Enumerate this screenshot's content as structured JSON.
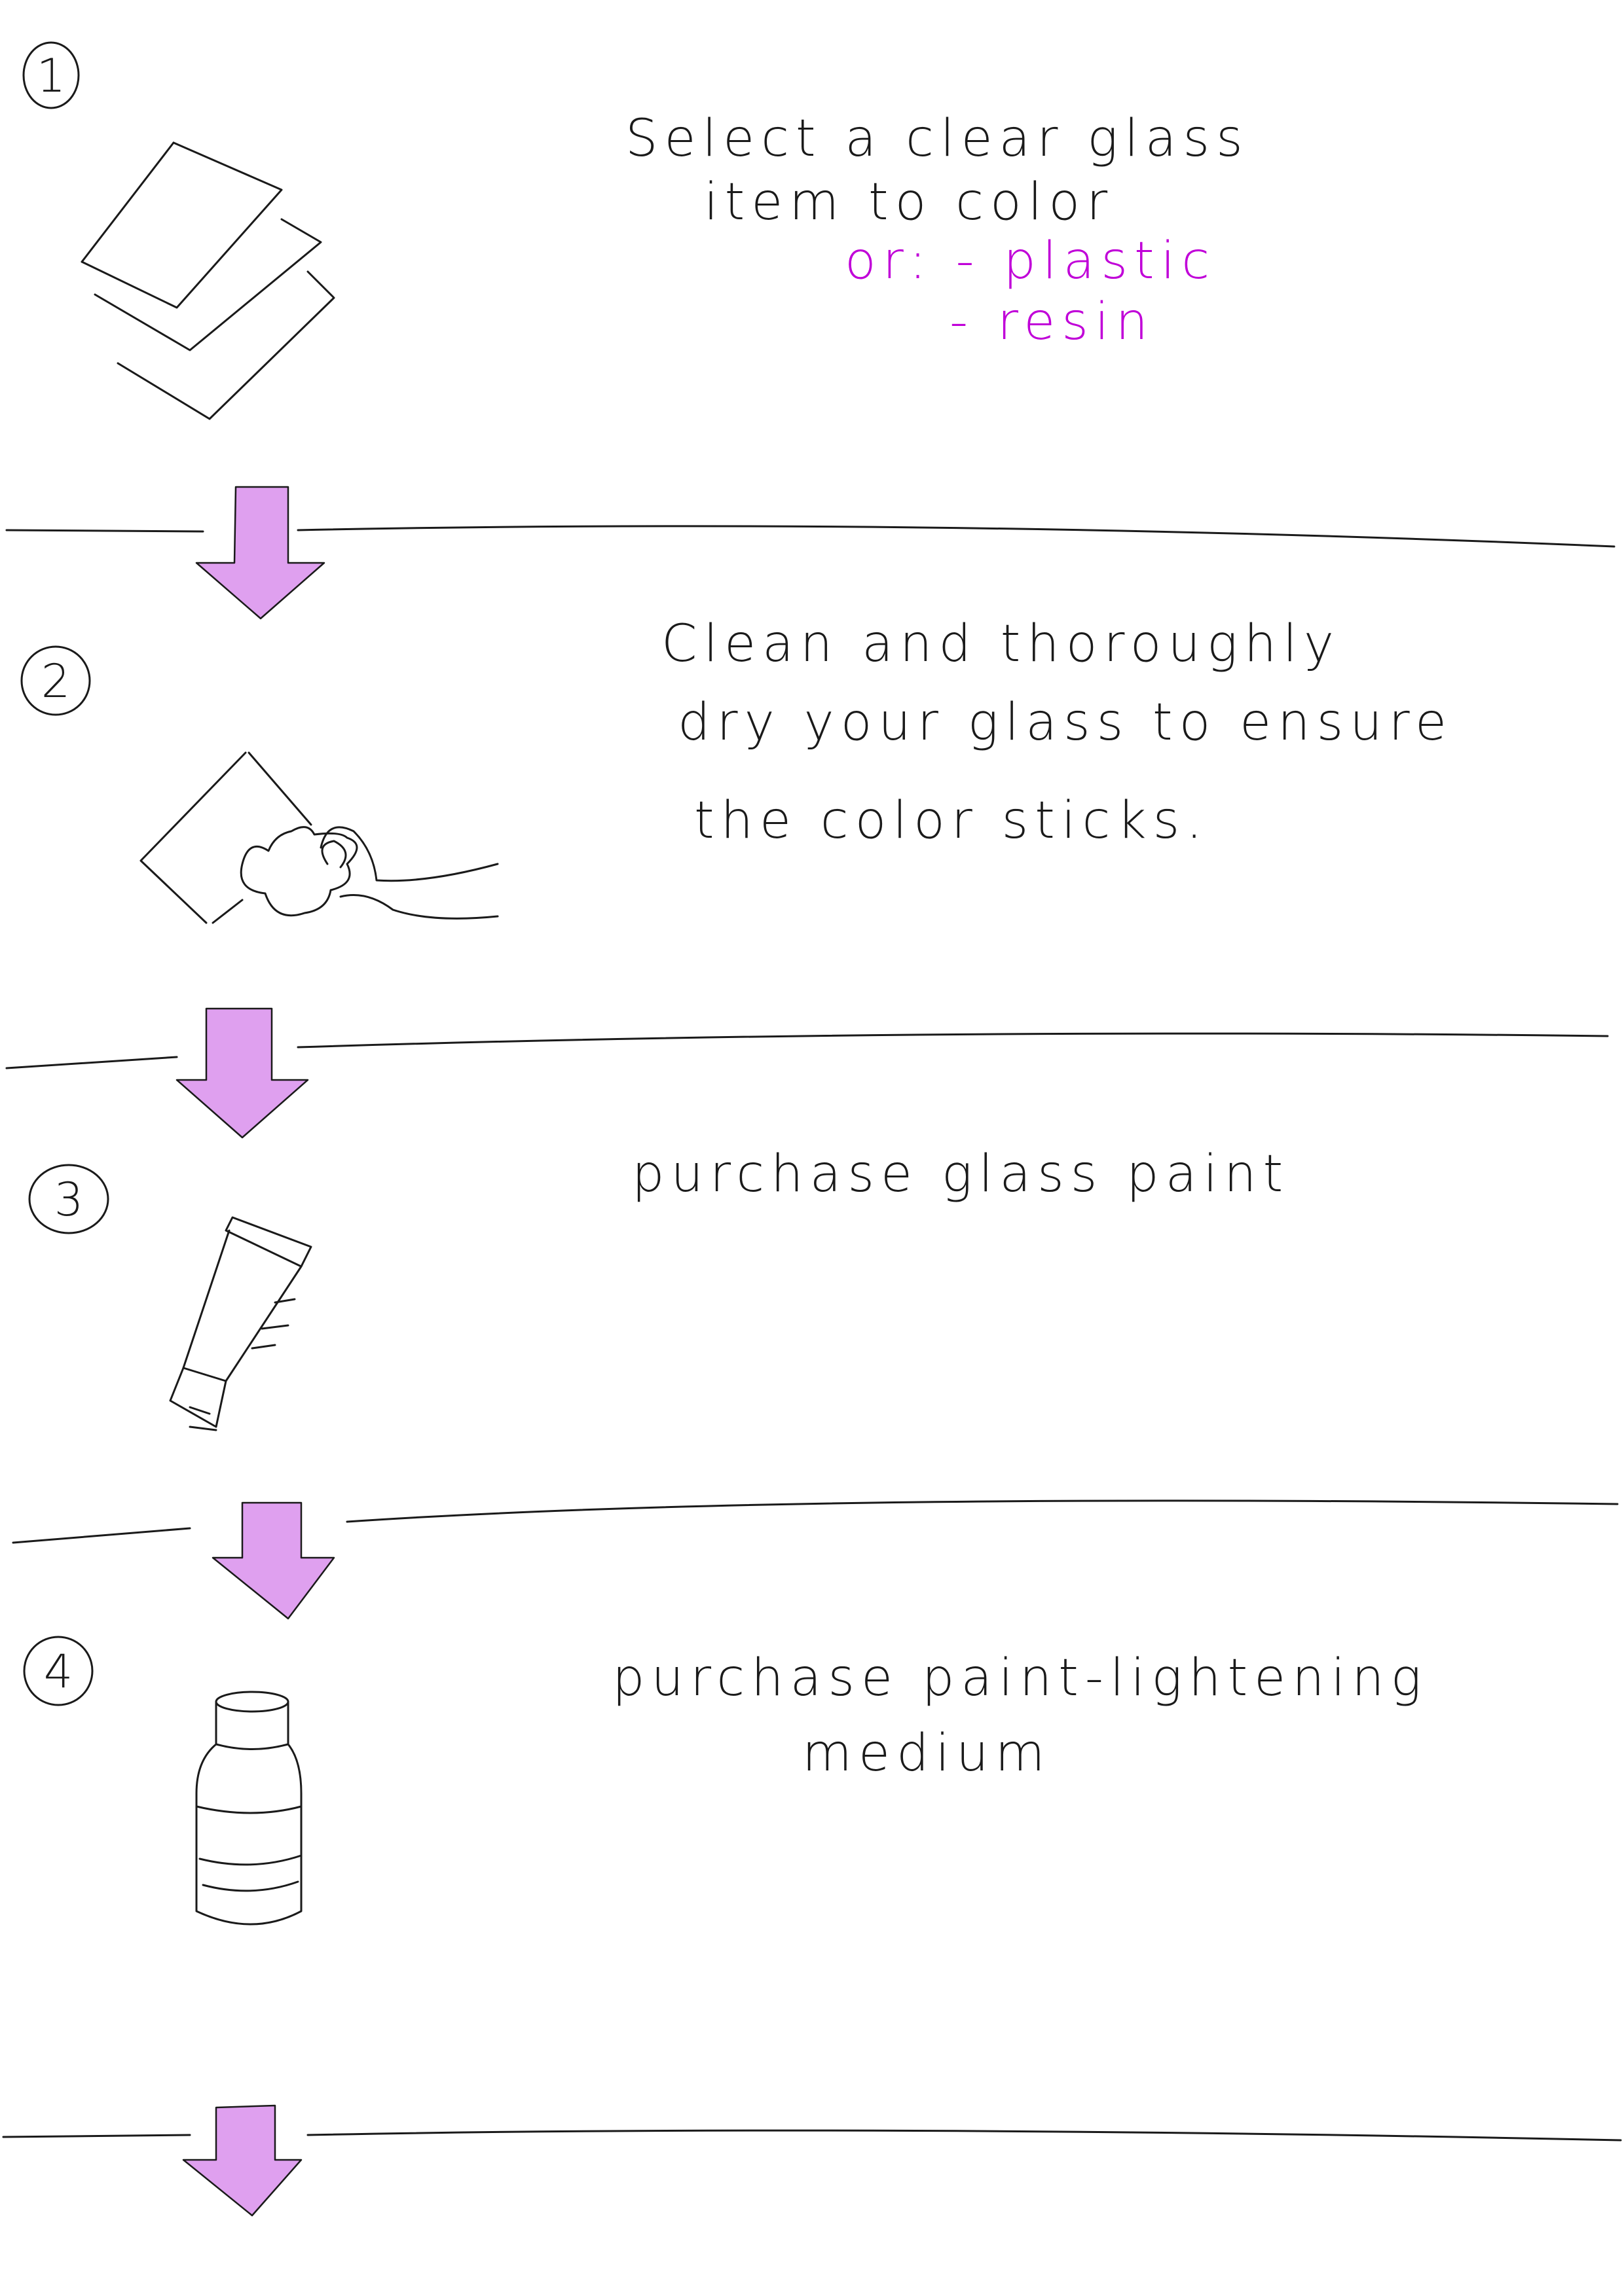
{
  "colors": {
    "ink": "#1a1a1a",
    "accent_text": "#c000d8",
    "arrow_fill": "#dfa0ef"
  },
  "steps": [
    {
      "number": "1",
      "lines": [
        "Select a clear glass",
        "item to color"
      ],
      "note_lines": [
        "or: - plastic",
        "- resin"
      ],
      "icon": "glass-sheets-icon"
    },
    {
      "number": "2",
      "lines": [
        "Clean and thoroughly",
        "dry your glass to ensure",
        "the color sticks."
      ],
      "icon": "glass-cleaning-cloth-icon"
    },
    {
      "number": "3",
      "lines": [
        "purchase glass paint"
      ],
      "icon": "paint-tube-icon"
    },
    {
      "number": "4",
      "lines": [
        "purchase paint-lightening",
        "medium"
      ],
      "icon": "medium-bottle-icon"
    }
  ]
}
